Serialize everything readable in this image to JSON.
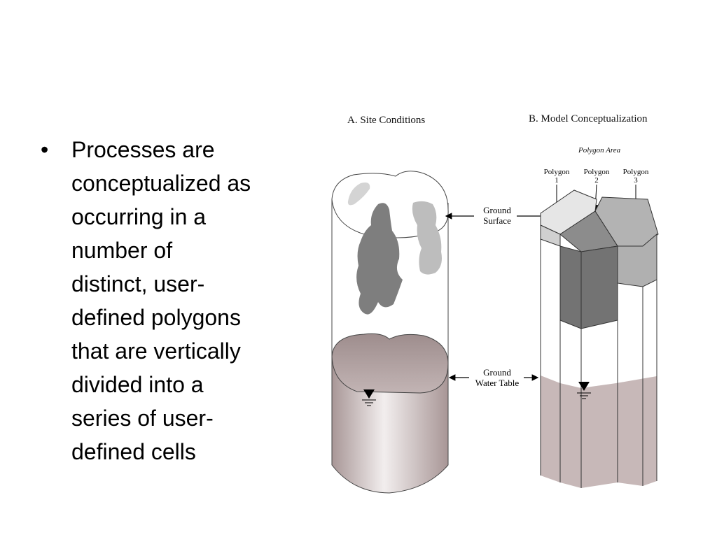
{
  "bullet": {
    "marker": "•",
    "lines": [
      "Processes are",
      "conceptualized as",
      "occurring in a",
      "number of",
      "distinct, user-",
      "defined polygons",
      "that are vertically",
      "divided into a",
      "series of user-",
      "defined cells"
    ]
  },
  "figure": {
    "panel_a_title": "A.  Site Conditions",
    "panel_b_title": "B.   Model Conceptualization",
    "polygon_area": "Polygon Area",
    "polygons": [
      {
        "label": "Polygon",
        "number": "1"
      },
      {
        "label": "Polygon",
        "number": "2"
      },
      {
        "label": "Polygon",
        "number": "3"
      }
    ],
    "ground_surface": [
      "Ground",
      "Surface"
    ],
    "ground_water_table": [
      "Ground",
      "Water Table"
    ]
  },
  "colors": {
    "dark_gray": "#7a7a7a",
    "light_gray": "#b8b8b8",
    "pale_gray": "#d8d8d8",
    "saturated_zone": "#b9a8a8"
  }
}
